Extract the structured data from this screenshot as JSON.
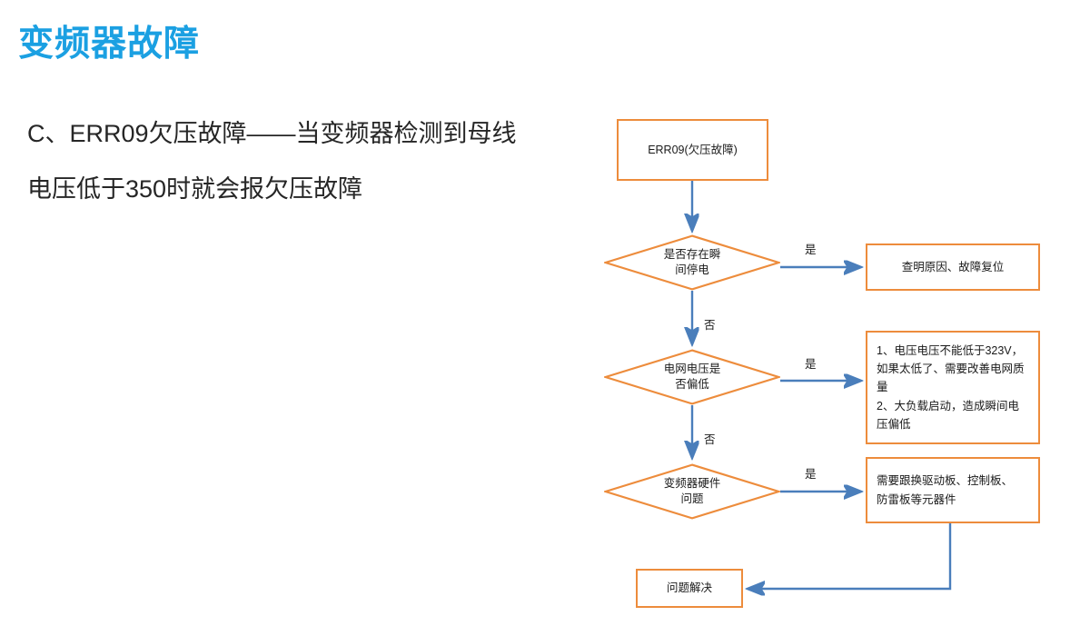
{
  "slide": {
    "title": "变频器故障",
    "title_color": "#1BA0E2",
    "body_lines": [
      "C、ERR09欠压故障——当变频器检测到母线",
      "电压低于350时就会报欠压故障"
    ]
  },
  "theme": {
    "node_border": "#ED8C3C",
    "connector": "#4A7EBB",
    "text": "#1a1a1a",
    "background": "#ffffff"
  },
  "flowchart": {
    "nodes": [
      {
        "id": "start",
        "shape": "rect",
        "label": "ERR09(欠压故障)"
      },
      {
        "id": "decision1",
        "shape": "diamond",
        "label_line1": "是否存在瞬",
        "label_line2": "间停电"
      },
      {
        "id": "action1",
        "shape": "rect",
        "label": "查明原因、故障复位"
      },
      {
        "id": "decision2",
        "shape": "diamond",
        "label_line1": "电网电压是",
        "label_line2": "否偏低"
      },
      {
        "id": "action2",
        "shape": "rect",
        "label_line1": "1、电压电压不能低于323V，",
        "label_line2": "如果太低了、需要改善电网质",
        "label_line3": "量",
        "label_line4": "2、大负载启动，造成瞬间电",
        "label_line5": "压偏低"
      },
      {
        "id": "decision3",
        "shape": "diamond",
        "label_line1": "变频器硬件",
        "label_line2": "问题"
      },
      {
        "id": "action3",
        "shape": "rect",
        "label_line1": "需要跟换驱动板、控制板、",
        "label_line2": "防雷板等元器件"
      },
      {
        "id": "end",
        "shape": "rect",
        "label": "问题解决"
      }
    ],
    "edge_labels": {
      "d1_yes": "是",
      "d1_no": "否",
      "d2_yes": "是",
      "d2_no": "否",
      "d3_yes": "是"
    }
  }
}
